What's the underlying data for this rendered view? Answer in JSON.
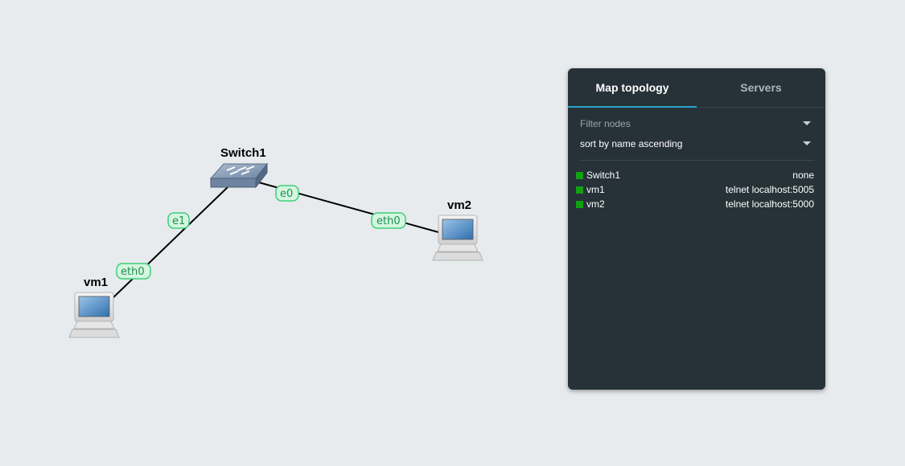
{
  "topology": {
    "nodes": [
      {
        "id": "switch1",
        "label": "Switch1",
        "type": "switch"
      },
      {
        "id": "vm1",
        "label": "vm1",
        "type": "computer"
      },
      {
        "id": "vm2",
        "label": "vm2",
        "type": "computer"
      }
    ],
    "ports": {
      "switch_e1": "e1",
      "switch_e0": "e0",
      "vm1_eth0": "eth0",
      "vm2_eth0": "eth0"
    },
    "colors": {
      "background": "#e8ebee",
      "port_fill": "#d4f6de",
      "port_stroke": "#3fcf7a",
      "port_text": "#1f8f4f"
    }
  },
  "panel": {
    "tabs": [
      {
        "label": "Map topology",
        "active": true
      },
      {
        "label": "Servers",
        "active": false
      }
    ],
    "filter_placeholder": "Filter nodes",
    "sort_value": "sort by name ascending",
    "nodes": [
      {
        "name": "Switch1",
        "console": "none",
        "status_color": "#12a012"
      },
      {
        "name": "vm1",
        "console": "telnet localhost:5005",
        "status_color": "#12a012"
      },
      {
        "name": "vm2",
        "console": "telnet localhost:5000",
        "status_color": "#12a012"
      }
    ],
    "colors": {
      "background": "#263238",
      "active_tab_indicator": "#2aa3c8"
    }
  }
}
